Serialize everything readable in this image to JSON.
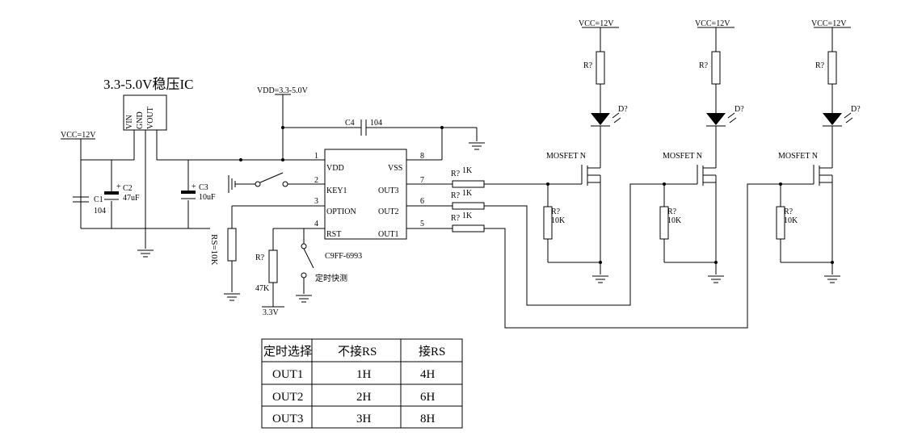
{
  "regulator": {
    "title": "3.3-5.0V稳压IC",
    "pins": [
      "VIN",
      "GND",
      "VOUT"
    ]
  },
  "supply": {
    "vcc_in": "VCC=12V",
    "vdd": "VDD=3.3-5.0V"
  },
  "caps": {
    "c1_name": "C1",
    "c1_value": "104",
    "c2_name": "C2",
    "c2_value": "47uF",
    "c3_name": "C3",
    "c3_value": "10uF",
    "c4_name": "C4",
    "c4_value": "104",
    "plus": "+"
  },
  "ic": {
    "part": "C9FF-6993",
    "pin_numbers": [
      "1",
      "2",
      "3",
      "4",
      "8",
      "7",
      "6",
      "5"
    ],
    "left_pins": [
      "VDD",
      "KEY1",
      "OPTION",
      "RST"
    ],
    "right_pins": [
      "VSS",
      "OUT3",
      "OUT2",
      "OUT1"
    ]
  },
  "resistors": {
    "unknown": "R?",
    "one_k": "1K",
    "ten_k": "10K",
    "rs": "RS=10K",
    "r47k": "47K",
    "v33": "3.3V"
  },
  "timing_test_label": "定时快测",
  "channels": [
    {
      "vcc": "VCC=12V",
      "r_led": "R?",
      "led": "D?",
      "fet": "MOSFET N",
      "r_gate": "R?",
      "r_gate_val": "10K"
    },
    {
      "vcc": "VCC=12V",
      "r_led": "R?",
      "led": "D?",
      "fet": "MOSFET N",
      "r_gate": "R?",
      "r_gate_val": "10K"
    },
    {
      "vcc": "VCC=12V",
      "r_led": "R?",
      "led": "D?",
      "fet": "MOSFET N",
      "r_gate": "R?",
      "r_gate_val": "10K"
    }
  ],
  "table": {
    "headers": [
      "定时选择",
      "不接RS",
      "接RS"
    ],
    "rows": [
      [
        "OUT1",
        "1H",
        "4H"
      ],
      [
        "OUT2",
        "2H",
        "6H"
      ],
      [
        "OUT3",
        "3H",
        "8H"
      ]
    ]
  }
}
